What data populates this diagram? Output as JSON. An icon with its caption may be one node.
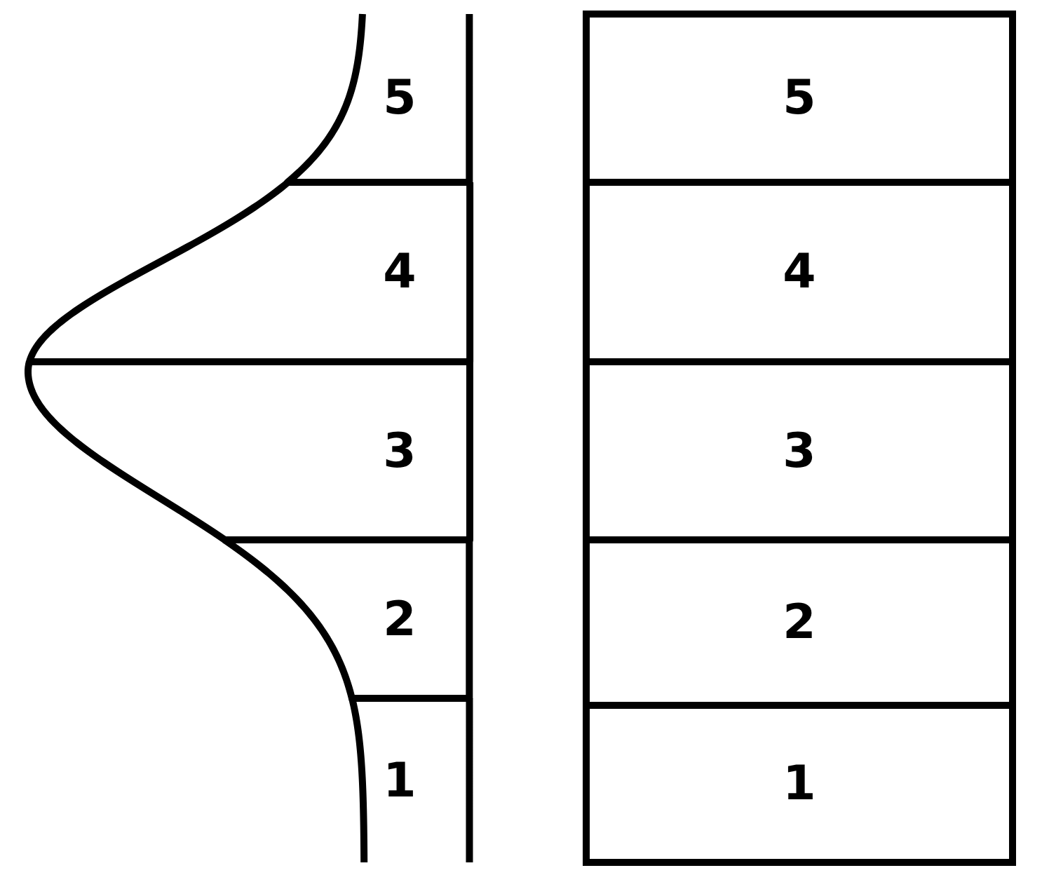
{
  "diagram": {
    "nodes": [
      {
        "text": [
          "5"
        ]
      },
      {
        "text": [
          "4"
        ]
      },
      {
        "text": [
          "3"
        ]
      },
      {
        "text": [
          "2"
        ]
      },
      {
        "text": [
          "1"
        ]
      },
      {
        "text": [
          "5"
        ]
      },
      {
        "text": [
          "4"
        ]
      },
      {
        "text": [
          "3"
        ]
      },
      {
        "text": [
          "2"
        ]
      },
      {
        "text": [
          "1"
        ]
      }
    ]
  }
}
